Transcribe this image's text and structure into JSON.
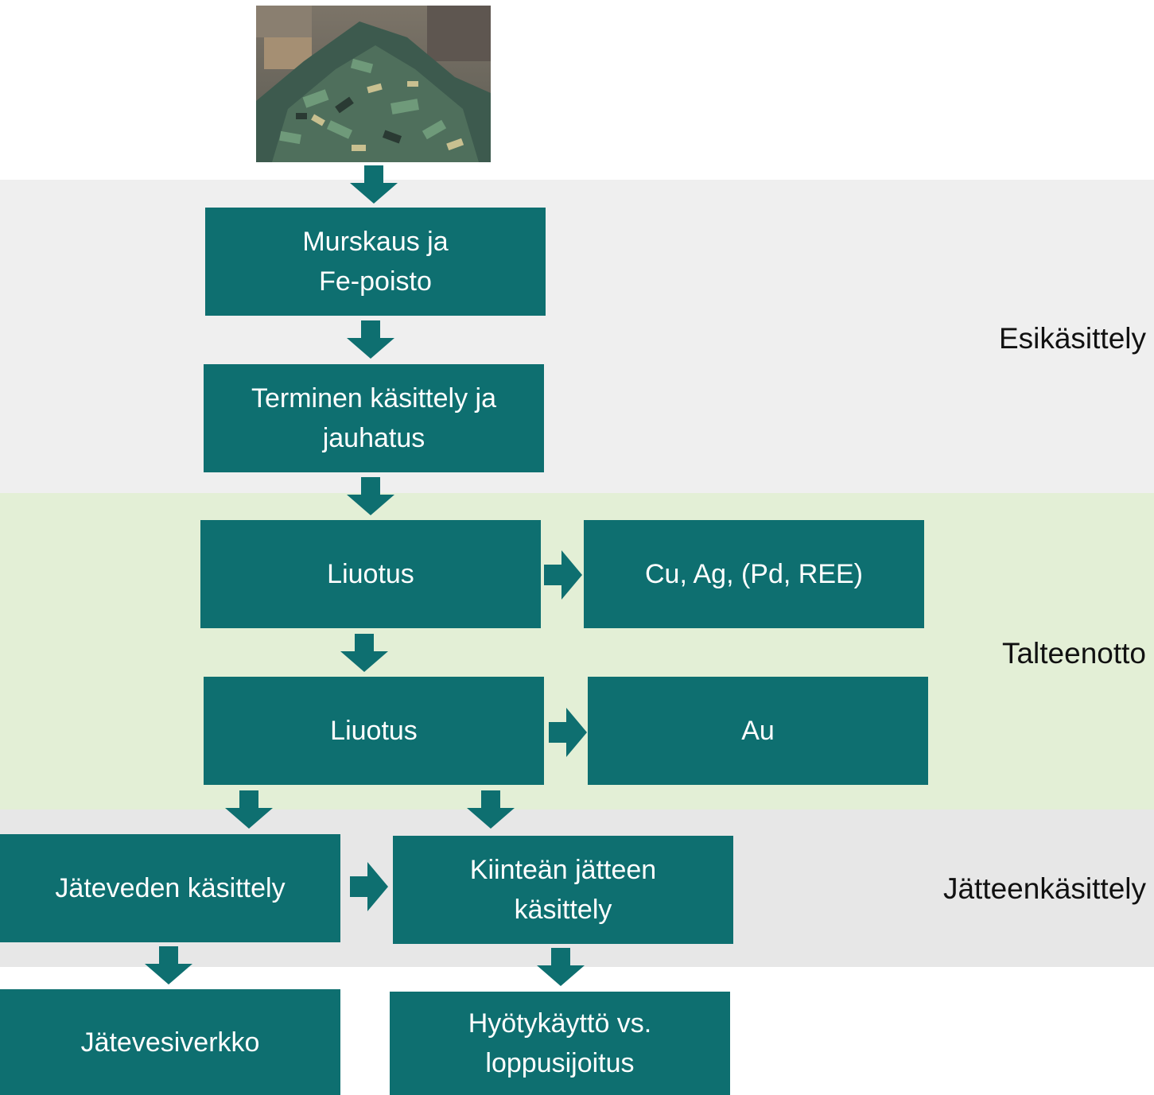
{
  "colors": {
    "box": "#0e6f70",
    "band_preprocessing": "#efefef",
    "band_recovery": "#e3efd6",
    "band_waste": "#e7e7e7",
    "label_text": "#111111"
  },
  "image": {
    "description_icon": "e-waste-circuit-boards-photo"
  },
  "stages": {
    "preprocessing": "Esikäsittely",
    "recovery": "Talteenotto",
    "waste": "Jätteenkäsittely"
  },
  "nodes": {
    "crushing": "Murskaus ja\nFe-poisto",
    "thermal": "Terminen käsittely ja\njauhatus",
    "leaching1": "Liuotus",
    "product1": "Cu, Ag, (Pd, REE)",
    "leaching2": "Liuotus",
    "product2": "Au",
    "wastewater": "Jäteveden käsittely",
    "solid_waste": "Kiinteän jätteen\nkäsittely",
    "sewer": "Jätevesiverkko",
    "disposal": "Hyötykäyttö vs.\nloppusijoitus"
  }
}
